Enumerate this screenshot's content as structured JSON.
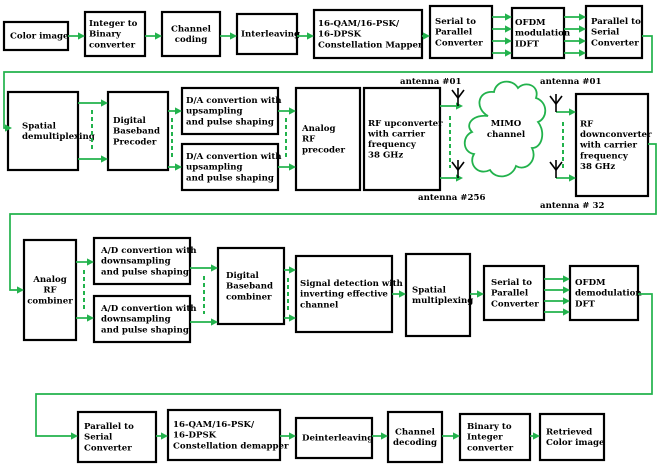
{
  "blocks": {
    "color_image": [
      "Color image"
    ],
    "int_to_bin": [
      "Integer to",
      "Binary",
      "converter"
    ],
    "channel_coding": [
      "Channel",
      "coding"
    ],
    "interleaving": [
      "Interleaving"
    ],
    "mapper": [
      "16-QAM/16-PSK/",
      "16-DPSK",
      "Constellation Mapper"
    ],
    "s2p_1": [
      "Serial to",
      "Parallel",
      "Converter"
    ],
    "ofdm_mod": [
      "OFDM",
      "modulation",
      "IDFT"
    ],
    "p2s_1": [
      "Parallel to",
      "Serial",
      "Converter"
    ],
    "spatial_demux": [
      "Spatial",
      "demultiplexing"
    ],
    "digital_precoder": [
      "Digital",
      "Baseband",
      "Precoder"
    ],
    "da_1": [
      "D/A convertion with",
      "upsampling",
      "and pulse shaping"
    ],
    "da_2": [
      "D/A convertion with",
      "upsampling",
      "and pulse shaping"
    ],
    "analog_precoder": [
      "Analog",
      "RF",
      "precoder"
    ],
    "rf_up": [
      "RF upconverter",
      "with carrier",
      "frequency",
      "38 GHz"
    ],
    "rf_down": [
      "RF",
      "downconverter",
      "with carrier",
      "frequency",
      "38 GHz"
    ],
    "analog_combiner": [
      "Analog",
      "RF",
      "combiner"
    ],
    "ad_1": [
      "A/D convertion with",
      "downsampling",
      "and pulse shaping"
    ],
    "ad_2": [
      "A/D convertion with",
      "downsampling",
      "and pulse shaping"
    ],
    "digital_combiner": [
      "Digital",
      "Baseband",
      "combiner"
    ],
    "signal_detection": [
      "Signal detection with",
      "inverting effective",
      "channel"
    ],
    "spatial_mux": [
      "Spatial",
      "multiplexing"
    ],
    "s2p_2": [
      "Serial to",
      "Parallel",
      "Converter"
    ],
    "ofdm_demod": [
      "OFDM",
      "demodulation",
      "DFT"
    ],
    "p2s_2": [
      "Parallel to",
      "Serial",
      "Converter"
    ],
    "demapper": [
      "16-QAM/16-PSK/",
      "16-DPSK",
      "Constellation demapper"
    ],
    "deinterleaving": [
      "Deinterleaving"
    ],
    "channel_decoding": [
      "Channel",
      "decoding"
    ],
    "bin_to_int": [
      "Binary to",
      "Integer",
      "converter"
    ],
    "retrieved_image": [
      "Retrieved",
      "Color image"
    ]
  },
  "channel_label": [
    "MIMO",
    "channel"
  ],
  "antennas": {
    "tx_top": "antenna #01",
    "tx_bottom": "antenna #256",
    "rx_top": "antenna #01",
    "rx_bottom": "antenna # 32"
  },
  "colors": {
    "flow": "#22b24c",
    "block_border": "#000000",
    "background": "#ffffff"
  }
}
